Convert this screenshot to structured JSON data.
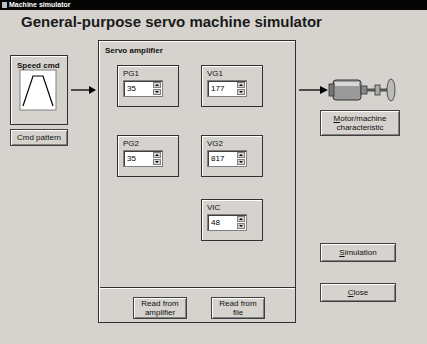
{
  "diagram": {
    "title": "General-purpose servo machine simulator",
    "nodes": [
      {
        "text": [
          "Speed cmd"
        ]
      },
      {
        "text": [
          "Cmd pattern"
        ]
      },
      {
        "text": [
          "Servo amplifier"
        ]
      },
      {
        "text": [
          "PG1",
          "35"
        ],
        "in": 2
      },
      {
        "text": [
          "VG1",
          "177"
        ],
        "in": 2
      },
      {
        "text": [
          "PG2",
          "35"
        ],
        "in": 2
      },
      {
        "text": [
          "VG2",
          "817"
        ],
        "in": 2
      },
      {
        "text": [
          "VIC",
          "48"
        ],
        "in": 2
      },
      {
        "text": [
          "Read from amplifier"
        ],
        "in": 2
      },
      {
        "text": [
          "Read from file"
        ],
        "in": 2
      },
      {
        "text": [
          "Motor/machine characteristic"
        ]
      },
      {
        "text": [
          "Simulation"
        ]
      },
      {
        "text": [
          "Close"
        ]
      }
    ],
    "edges": [
      {
        "from": 0,
        "to": 2,
        "arrow": "to"
      }
    ],
    "labels": [
      "Machine simulator"
    ]
  }
}
